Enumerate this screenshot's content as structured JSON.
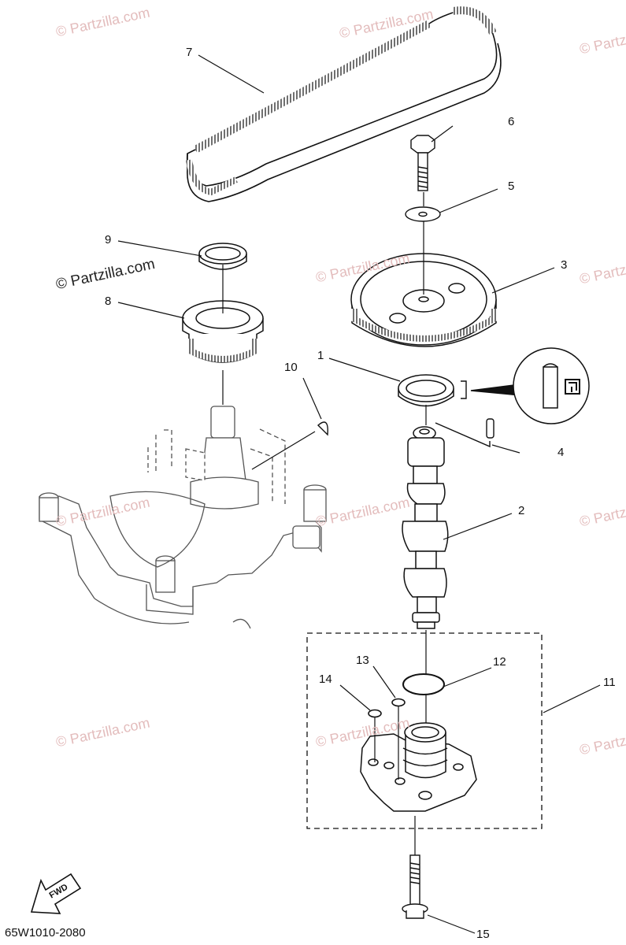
{
  "diagram": {
    "callouts": [
      "1",
      "2",
      "3",
      "4",
      "5",
      "6",
      "7",
      "8",
      "9",
      "10",
      "11",
      "12",
      "13",
      "14",
      "15"
    ],
    "watermark": "© Partzilla.com",
    "direction_label": "FWD",
    "drawing_code": "65W1010-2080",
    "colors": {
      "line": "#111111",
      "watermark": "#e3bcbc"
    }
  }
}
